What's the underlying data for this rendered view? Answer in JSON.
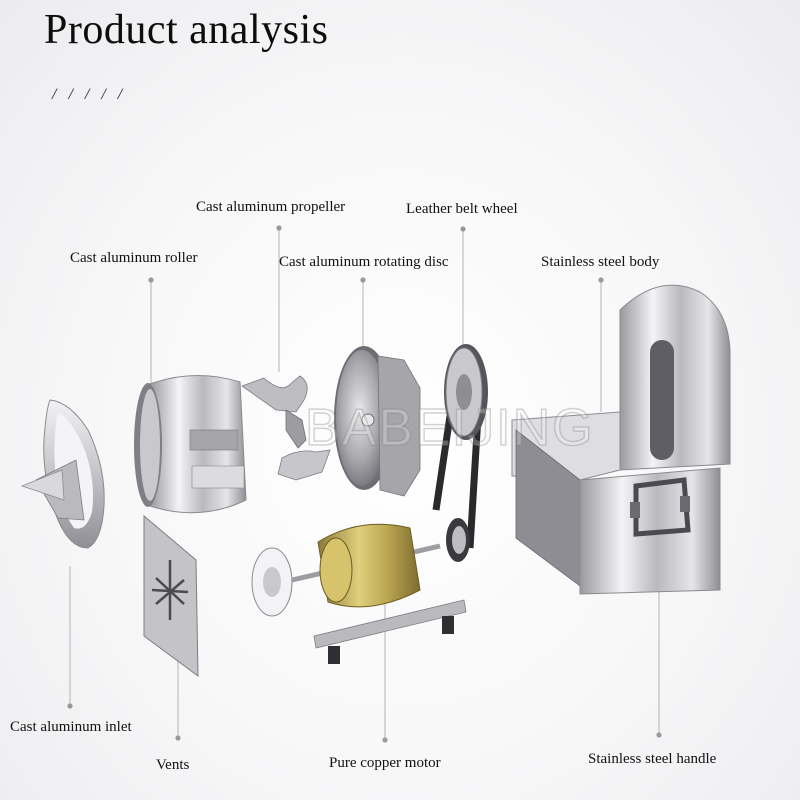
{
  "header": {
    "title": "Product analysis",
    "decoration": "/ / / / /"
  },
  "watermark": "BABEIJING",
  "labels": {
    "cast_aluminum_propeller": "Cast aluminum propeller",
    "leather_belt_wheel": "Leather belt wheel",
    "cast_aluminum_roller": "Cast aluminum roller",
    "cast_aluminum_rotating_disc": "Cast aluminum rotating disc",
    "stainless_steel_body": "Stainless steel body",
    "cast_aluminum_inlet": "Cast aluminum inlet",
    "vents": "Vents",
    "pure_copper_motor": "Pure copper motor",
    "stainless_steel_handle": "Stainless steel handle"
  }
}
